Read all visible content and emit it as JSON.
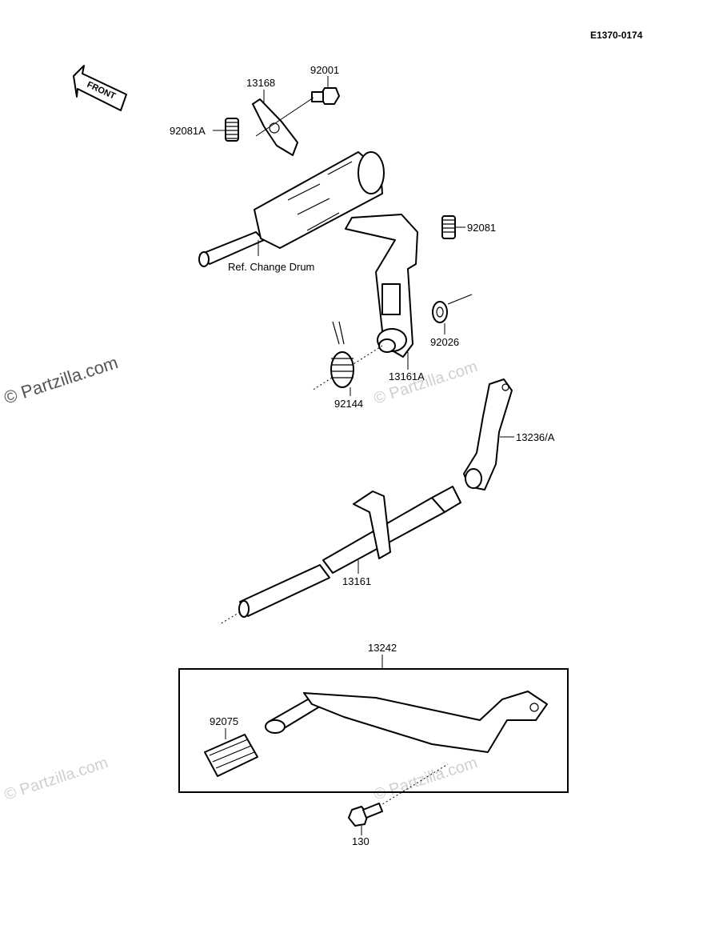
{
  "diagram_code": "E1370-0174",
  "front_arrow_label": "FRONT",
  "watermark": "© Partzilla.com",
  "parts": {
    "p13168": "13168",
    "p92001": "92001",
    "p92081A": "92081A",
    "p92081": "92081",
    "ref_change_drum": "Ref. Change Drum",
    "p92026": "92026",
    "p13161A": "13161A",
    "p92144": "92144",
    "p13236A": "13236/A",
    "p13161": "13161",
    "p13242": "13242",
    "p92075": "92075",
    "p130": "130"
  }
}
